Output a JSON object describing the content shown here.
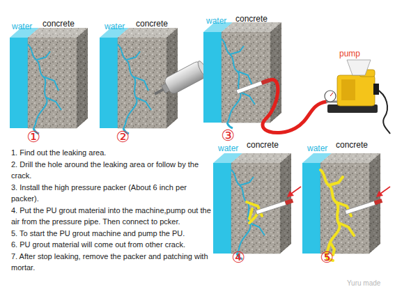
{
  "diagram": {
    "labels": [
      "water",
      "concrete",
      "①",
      "water",
      "concrete",
      "②",
      "water",
      "concrete",
      "pump",
      "③",
      "water",
      "concrete",
      "④",
      "water",
      "concrete",
      "⑤",
      "1. Find out the leaking area.",
      "2. Drill the hole around the leaking area or follow by the crack.",
      "3. Install the high pressure packer (About 6 inch per packer).",
      "4. Put the PU grout material into the machine,pump out the air from the pressure pipe. Then connect to pcker.",
      "5. To start the PU grout machine and pump the PU.",
      "6. PU grout material will come out from other crack.",
      "7. After stop leaking, remove the packer and patching with mortar.",
      "Yuru made"
    ]
  }
}
